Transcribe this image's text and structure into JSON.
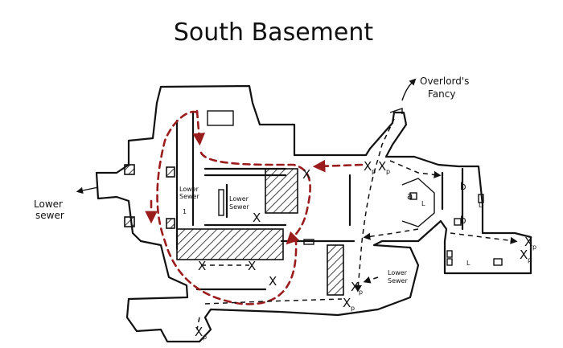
{
  "map": {
    "title": "South Basement",
    "labels": {
      "overlord": [
        "Overlord's",
        "Fancy"
      ],
      "lower_sewer_west": [
        "Lower",
        "sewer"
      ],
      "lower_sewer_inner": [
        "Lower",
        "Sewer"
      ],
      "lower_sewer_south": [
        "Lower",
        "Sewer"
      ],
      "lower_sewer_small": [
        "Lower",
        "Sewer"
      ]
    },
    "markers": {
      "x_plain": "X",
      "xp": "Xp",
      "x_sub": "X",
      "p_sub": "p",
      "room_a": "a",
      "room_b": "b",
      "room_l": "L",
      "one": "1"
    },
    "colors": {
      "ink": "#111111",
      "route": "#9b1c1c"
    }
  }
}
